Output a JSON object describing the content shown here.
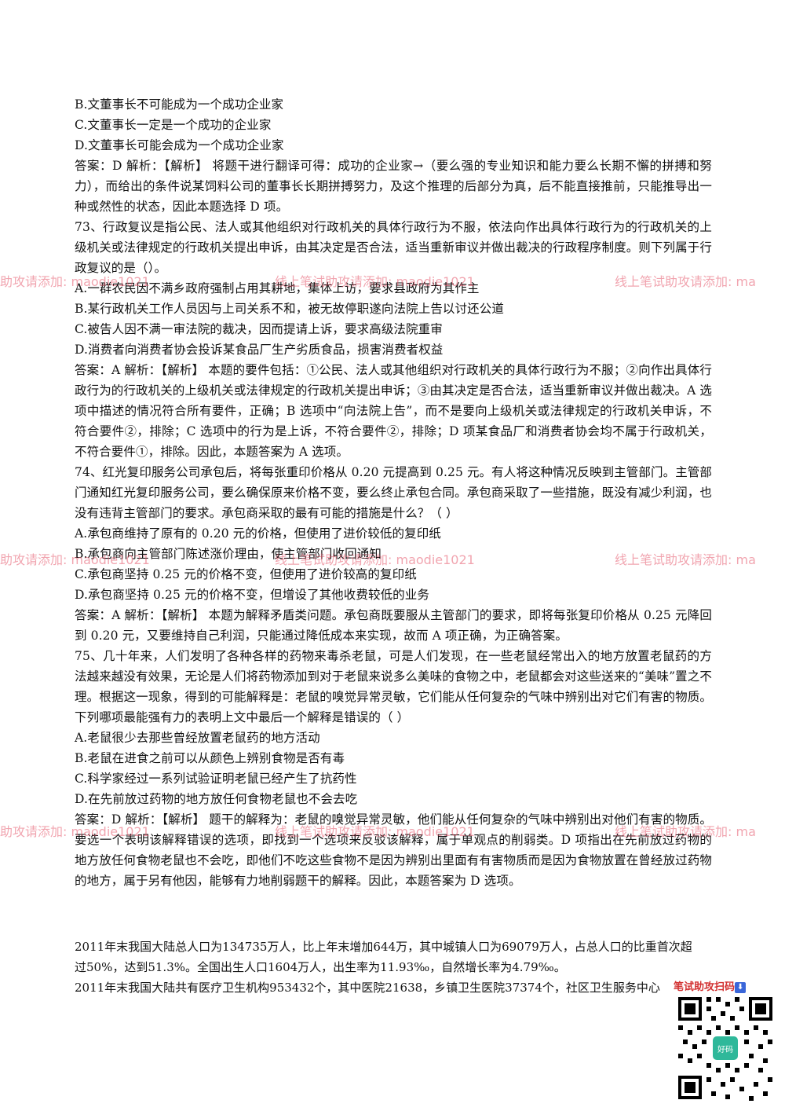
{
  "watermark": {
    "text_left": "助攻请添加: maodie1021",
    "text_mid": "线上笔试助攻请添加: maodie1021",
    "text_right": "线上笔试助攻请添加: ma"
  },
  "paragraphs": [
    "B.文董事长不可能成为一个成功企业家",
    "C.文董事长一定是一个成功的企业家",
    "D.文董事长可能会成为一个成功企业家",
    "答案：D 解析：【解析】 将题干进行翻译可得：成功的企业家→（要么强的专业知识和能力要么长期不懈的拼搏和努力），而给出的条件说某饲料公司的董事长长期拼搏努力，及这个推理的后部分为真，后不能直接推前，只能推导出一种或然性的状态，因此本题选择 D 项。",
    "73、行政复议是指公民、法人或其他组织对行政机关的具体行政行为不服，依法向作出具体行政行为的行政机关的上级机关或法律规定的行政机关提出申诉，由其决定是否合法，适当重新审议并做出裁决的行政程序制度。则下列属于行政复议的是（）。",
    "A.一群农民因不满乡政府强制占用其耕地，集体上访，要求县政府为其作主",
    "B.某行政机关工作人员因与上司关系不和，被无故停职遂向法院上告以讨还公道",
    "C.被告人因不满一审法院的裁决，因而提请上诉，要求高级法院重审",
    "D.消费者向消费者协会投诉某食品厂生产劣质食品，损害消费者权益",
    "答案：A 解析：【解析】 本题的要件包括：①公民、法人或其他组织对行政机关的具体行政行为不服；②向作出具体行政行为的行政机关的上级机关或法律规定的行政机关提出申诉；③由其决定是否合法，适当重新审议并做出裁决。A 选项中描述的情况符合所有要件，正确；B 选项中“向法院上告”，而不是要向上级机关或法律规定的行政机关申诉，不符合要件②，排除；C 选项中的行为是上诉，不符合要件②，排除；D 项某食品厂和消费者协会均不属于行政机关，不符合要件①，排除。因此，本题答案为 A 选项。",
    "74、红光复印服务公司承包后，将每张重印价格从 0.20 元提高到 0.25 元。有人将这种情况反映到主管部门。主管部门通知红光复印服务公司，要么确保原来价格不变，要么终止承包合同。承包商采取了一些措施，既没有减少利润，也没有违背主管部门的要求。承包商采取的最有可能的措施是什么？（ ）",
    "A.承包商维持了原有的 0.20 元的价格，但使用了进价较低的复印纸",
    "B.承包商向主管部门陈述涨价理由，使主管部门收回通知",
    "C.承包商坚持 0.25 元的价格不变，但使用了进价较高的复印纸",
    "D.承包商坚持 0.25 元的价格不变，但增设了其他收费较低的业务",
    "答案：A 解析：【解析】 本题为解释矛盾类问题。承包商既要服从主管部门的要求，即将每张复印价格从 0.25 元降回到 0.20 元，又要维持自己利润，只能通过降低成本来实现，故而 A 项正确，为正确答案。",
    "75、几十年来，人们发明了各种各样的药物来毒杀老鼠，可是人们发现，在一些老鼠经常出入的地方放置老鼠药的方法越来越没有效果，无论是人们将药物添加到对于老鼠来说多么美味的食物之中，老鼠都会对这些送来的“美味”置之不理。根据这一现象，得到的可能解释是：老鼠的嗅觉异常灵敏，它们能从任何复杂的气味中辨别出对它们有害的物质。下列哪项最能强有力的表明上文中最后一个解释是错误的（ ）",
    "A.老鼠很少去那些曾经放置老鼠药的地方活动",
    "B.老鼠在进食之前可以从颜色上辨别食物是否有毒",
    "C.科学家经过一系列试验证明老鼠已经产生了抗药性",
    "D.在先前放过药物的地方放任何食物老鼠也不会去吃",
    "答案：D 解析：【解析】 题干的解释为：老鼠的嗅觉异常灵敏，他们能从任何复杂的气味中辨别出对他们有害的物质。要选一个表明该解释错误的选项，即找到一个选项来反驳该解释，属于单观点的削弱类。D 项指出在先前放过药物的地方放任何食物老鼠也不会吃，即他们不吃这些食物不是因为辨别出里面有有害物质而是因为食物放置在曾经放过药物的地方，属于另有他因，能够有力地削弱题干的解释。因此，本题答案为 D 选项。"
  ],
  "stats": [
    "2011年末我国大陆总人口为134735万人，比上年末增加644万，其中城镇人口为69079万人，占总人口的比重首次超过50%，达到51.3%。全国出生人口1604万人，出生率为11.93‰，自然增长率为4.79‰。",
    "2011年末我国大陆共有医疗卫生机构953432个，其中医院21638，乡镇卫生医院37374个，社区卫生服务中心"
  ],
  "qr": {
    "title": "笔试助攻扫码",
    "arrow": "⬇",
    "center_label": "好码"
  }
}
